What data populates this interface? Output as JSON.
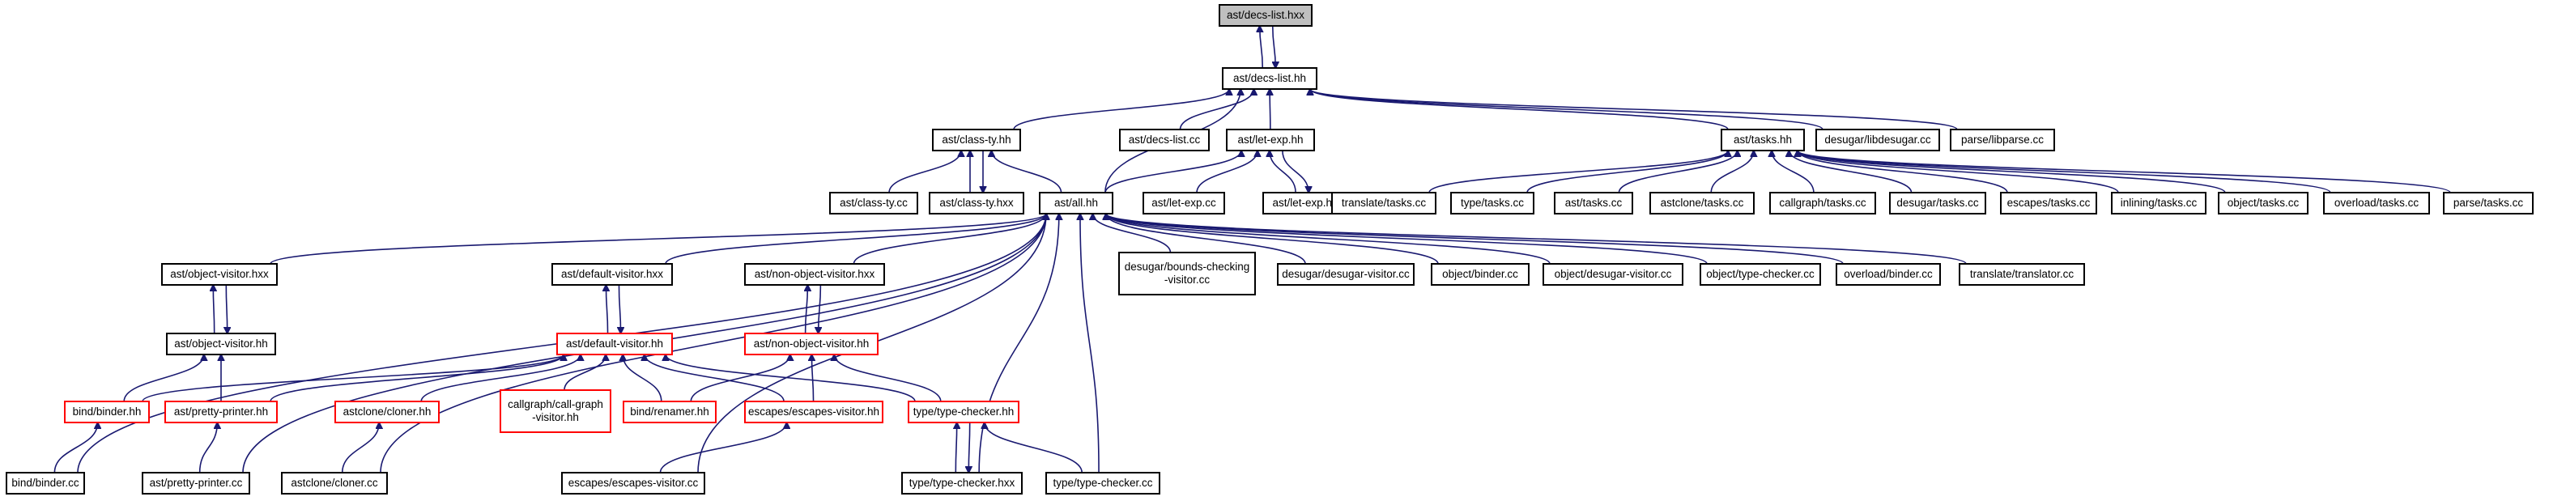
{
  "graph": {
    "colors": {
      "edge": "#191970",
      "node_border": "#000000",
      "incomplete_border": "#ff0000",
      "root_fill": "#bfbfbf"
    },
    "nodes": [
      {
        "id": "decs_list_hxx",
        "label": "ast/decs-list.hxx",
        "root": true
      },
      {
        "id": "decs_list_hh",
        "label": "ast/decs-list.hh"
      },
      {
        "id": "class_ty_hh",
        "label": "ast/class-ty.hh"
      },
      {
        "id": "decs_list_cc",
        "label": "ast/decs-list.cc"
      },
      {
        "id": "let_exp_hh",
        "label": "ast/let-exp.hh"
      },
      {
        "id": "tasks_hh",
        "label": "ast/tasks.hh"
      },
      {
        "id": "libdesugar",
        "label": "desugar/libdesugar.cc"
      },
      {
        "id": "libparse",
        "label": "parse/libparse.cc"
      },
      {
        "id": "class_ty_cc",
        "label": "ast/class-ty.cc"
      },
      {
        "id": "class_ty_hxx",
        "label": "ast/class-ty.hxx"
      },
      {
        "id": "all_hh",
        "label": "ast/all.hh"
      },
      {
        "id": "let_exp_cc",
        "label": "ast/let-exp.cc"
      },
      {
        "id": "let_exp_hxx",
        "label": "ast/let-exp.hxx"
      },
      {
        "id": "translate_tasks",
        "label": "translate/tasks.cc"
      },
      {
        "id": "type_tasks",
        "label": "type/tasks.cc"
      },
      {
        "id": "ast_tasks",
        "label": "ast/tasks.cc"
      },
      {
        "id": "astclone_tasks",
        "label": "astclone/tasks.cc"
      },
      {
        "id": "callgraph_tasks",
        "label": "callgraph/tasks.cc"
      },
      {
        "id": "desugar_tasks",
        "label": "desugar/tasks.cc"
      },
      {
        "id": "escapes_tasks",
        "label": "escapes/tasks.cc"
      },
      {
        "id": "inlining_tasks",
        "label": "inlining/tasks.cc"
      },
      {
        "id": "object_tasks",
        "label": "object/tasks.cc"
      },
      {
        "id": "overload_tasks",
        "label": "overload/tasks.cc"
      },
      {
        "id": "parse_tasks",
        "label": "parse/tasks.cc"
      },
      {
        "id": "object_visitor_hxx",
        "label": "ast/object-visitor.hxx"
      },
      {
        "id": "default_visitor_hxx",
        "label": "ast/default-visitor.hxx"
      },
      {
        "id": "non_object_visitor_hxx",
        "label": "ast/non-object-visitor.hxx"
      },
      {
        "id": "bounds_checking",
        "label": "desugar/bounds-checking\n-visitor.cc"
      },
      {
        "id": "desugar_visitor",
        "label": "desugar/desugar-visitor.cc"
      },
      {
        "id": "object_binder",
        "label": "object/binder.cc"
      },
      {
        "id": "object_desugar_visitor",
        "label": "object/desugar-visitor.cc"
      },
      {
        "id": "object_type_checker",
        "label": "object/type-checker.cc"
      },
      {
        "id": "overload_binder",
        "label": "overload/binder.cc"
      },
      {
        "id": "translator",
        "label": "translate/translator.cc"
      },
      {
        "id": "object_visitor_hh",
        "label": "ast/object-visitor.hh"
      },
      {
        "id": "default_visitor_hh",
        "label": "ast/default-visitor.hh",
        "incomplete": true
      },
      {
        "id": "non_object_visitor_hh",
        "label": "ast/non-object-visitor.hh",
        "incomplete": true
      },
      {
        "id": "bind_binder_hh",
        "label": "bind/binder.hh",
        "incomplete": true
      },
      {
        "id": "pretty_printer_hh",
        "label": "ast/pretty-printer.hh",
        "incomplete": true
      },
      {
        "id": "cloner_hh",
        "label": "astclone/cloner.hh",
        "incomplete": true
      },
      {
        "id": "call_graph_visitor",
        "label": "callgraph/call-graph\n-visitor.hh",
        "incomplete": true
      },
      {
        "id": "renamer",
        "label": "bind/renamer.hh",
        "incomplete": true
      },
      {
        "id": "escapes_visitor_hh",
        "label": "escapes/escapes-visitor.hh",
        "incomplete": true
      },
      {
        "id": "type_checker_hh",
        "label": "type/type-checker.hh",
        "incomplete": true
      },
      {
        "id": "bind_binder_cc",
        "label": "bind/binder.cc"
      },
      {
        "id": "pretty_printer_cc",
        "label": "ast/pretty-printer.cc"
      },
      {
        "id": "cloner_cc",
        "label": "astclone/cloner.cc"
      },
      {
        "id": "escapes_visitor_cc",
        "label": "escapes/escapes-visitor.cc"
      },
      {
        "id": "type_checker_hxx",
        "label": "type/type-checker.hxx"
      },
      {
        "id": "type_checker_cc",
        "label": "type/type-checker.cc"
      }
    ],
    "edges": [
      [
        "decs_list_hxx",
        "decs_list_hh"
      ],
      [
        "decs_list_hh",
        "decs_list_hxx"
      ],
      [
        "decs_list_hh",
        "class_ty_hh"
      ],
      [
        "decs_list_hh",
        "decs_list_cc"
      ],
      [
        "decs_list_hh",
        "let_exp_hh"
      ],
      [
        "decs_list_hh",
        "tasks_hh"
      ],
      [
        "decs_list_hh",
        "libdesugar"
      ],
      [
        "decs_list_hh",
        "libparse"
      ],
      [
        "decs_list_hh",
        "all_hh"
      ],
      [
        "class_ty_hh",
        "class_ty_cc"
      ],
      [
        "class_ty_hh",
        "class_ty_hxx"
      ],
      [
        "class_ty_hxx",
        "class_ty_hh"
      ],
      [
        "class_ty_hh",
        "all_hh"
      ],
      [
        "let_exp_hh",
        "all_hh"
      ],
      [
        "let_exp_hh",
        "let_exp_cc"
      ],
      [
        "let_exp_hh",
        "let_exp_hxx"
      ],
      [
        "let_exp_hxx",
        "let_exp_hh"
      ],
      [
        "tasks_hh",
        "translate_tasks"
      ],
      [
        "tasks_hh",
        "type_tasks"
      ],
      [
        "tasks_hh",
        "ast_tasks"
      ],
      [
        "tasks_hh",
        "astclone_tasks"
      ],
      [
        "tasks_hh",
        "callgraph_tasks"
      ],
      [
        "tasks_hh",
        "desugar_tasks"
      ],
      [
        "tasks_hh",
        "escapes_tasks"
      ],
      [
        "tasks_hh",
        "inlining_tasks"
      ],
      [
        "tasks_hh",
        "object_tasks"
      ],
      [
        "tasks_hh",
        "overload_tasks"
      ],
      [
        "tasks_hh",
        "parse_tasks"
      ],
      [
        "all_hh",
        "object_visitor_hxx"
      ],
      [
        "all_hh",
        "default_visitor_hxx"
      ],
      [
        "all_hh",
        "non_object_visitor_hxx"
      ],
      [
        "all_hh",
        "bounds_checking"
      ],
      [
        "all_hh",
        "desugar_visitor"
      ],
      [
        "all_hh",
        "object_binder"
      ],
      [
        "all_hh",
        "object_desugar_visitor"
      ],
      [
        "all_hh",
        "object_type_checker"
      ],
      [
        "all_hh",
        "overload_binder"
      ],
      [
        "all_hh",
        "translator"
      ],
      [
        "all_hh",
        "bind_binder_cc"
      ],
      [
        "all_hh",
        "pretty_printer_cc"
      ],
      [
        "all_hh",
        "cloner_cc"
      ],
      [
        "all_hh",
        "escapes_visitor_cc"
      ],
      [
        "all_hh",
        "type_checker_hxx"
      ],
      [
        "all_hh",
        "type_checker_cc"
      ],
      [
        "object_visitor_hxx",
        "object_visitor_hh"
      ],
      [
        "object_visitor_hh",
        "object_visitor_hxx"
      ],
      [
        "default_visitor_hxx",
        "default_visitor_hh"
      ],
      [
        "default_visitor_hh",
        "default_visitor_hxx"
      ],
      [
        "non_object_visitor_hxx",
        "non_object_visitor_hh"
      ],
      [
        "non_object_visitor_hh",
        "non_object_visitor_hxx"
      ],
      [
        "object_visitor_hh",
        "bind_binder_hh"
      ],
      [
        "object_visitor_hh",
        "pretty_printer_hh"
      ],
      [
        "default_visitor_hh",
        "bind_binder_hh"
      ],
      [
        "default_visitor_hh",
        "pretty_printer_hh"
      ],
      [
        "default_visitor_hh",
        "cloner_hh"
      ],
      [
        "default_visitor_hh",
        "call_graph_visitor"
      ],
      [
        "default_visitor_hh",
        "renamer"
      ],
      [
        "default_visitor_hh",
        "escapes_visitor_hh"
      ],
      [
        "default_visitor_hh",
        "type_checker_hh"
      ],
      [
        "non_object_visitor_hh",
        "renamer"
      ],
      [
        "non_object_visitor_hh",
        "escapes_visitor_hh"
      ],
      [
        "non_object_visitor_hh",
        "type_checker_hh"
      ],
      [
        "bind_binder_hh",
        "bind_binder_cc"
      ],
      [
        "pretty_printer_hh",
        "pretty_printer_cc"
      ],
      [
        "cloner_hh",
        "cloner_cc"
      ],
      [
        "escapes_visitor_hh",
        "escapes_visitor_cc"
      ],
      [
        "type_checker_hh",
        "type_checker_hxx"
      ],
      [
        "type_checker_hxx",
        "type_checker_hh"
      ],
      [
        "type_checker_hh",
        "type_checker_cc"
      ]
    ]
  }
}
